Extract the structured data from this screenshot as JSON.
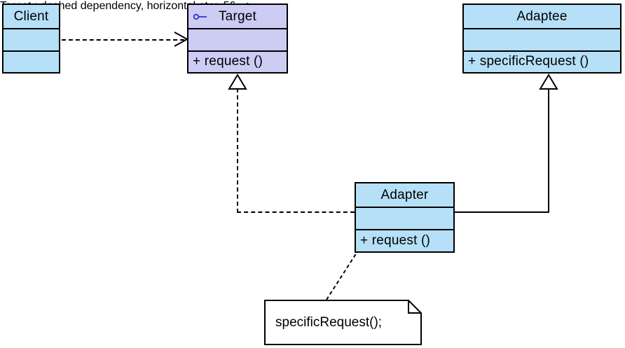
{
  "diagram": {
    "kind": "uml-class-diagram",
    "title": "Adapter pattern structure",
    "colors": {
      "class_fill_blue": "#b5e0f7",
      "interface_fill_lilac": "#ccccf5",
      "note_fill": "#ffffff",
      "stroke": "#000000",
      "interface_icon": "#2222cc",
      "canvas": "#ffffff"
    },
    "classes": [
      {
        "id": "client",
        "name": "Client",
        "stereotype_icon": "",
        "fill": "#b5e0f7",
        "attributes": "",
        "operations": ""
      },
      {
        "id": "target",
        "name": "Target",
        "stereotype_icon": "interface-lollipop-icon",
        "fill": "#ccccf5",
        "attributes": "",
        "operations": "+ request ()"
      },
      {
        "id": "adaptee",
        "name": "Adaptee",
        "stereotype_icon": "",
        "fill": "#b5e0f7",
        "attributes": "",
        "operations": "+ specificRequest ()"
      },
      {
        "id": "adapter",
        "name": "Adapter",
        "stereotype_icon": "",
        "fill": "#b5e0f7",
        "attributes": "",
        "operations": "+ request ()"
      }
    ],
    "note": {
      "id": "note-adapter-request",
      "text": "specificRequest();"
    },
    "relationships": [
      {
        "id": "client-to-target",
        "type": "dependency",
        "line": "dashed",
        "arrow": "open-arrowhead",
        "from": "client",
        "to": "target"
      },
      {
        "id": "adapter-realizes-target",
        "type": "realization",
        "line": "dotted",
        "arrow": "hollow-triangle",
        "from": "adapter",
        "to": "target"
      },
      {
        "id": "adapter-extends-adaptee",
        "type": "generalization",
        "line": "solid",
        "arrow": "hollow-triangle",
        "from": "adapter",
        "to": "adaptee"
      },
      {
        "id": "note-anchor",
        "type": "note-link",
        "line": "dashed",
        "arrow": "none",
        "from": "note-adapter-request",
        "to": "adapter"
      }
    ]
  }
}
